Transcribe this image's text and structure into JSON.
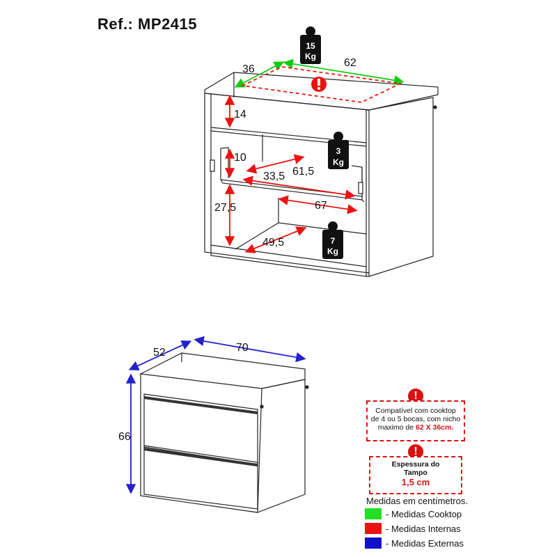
{
  "header": {
    "ref": "Ref.: MP2415"
  },
  "top_view": {
    "cooktop_width": "62",
    "cooktop_depth": "36",
    "top_load": {
      "value": "15",
      "unit": "Kg"
    },
    "drawer_load": {
      "value": "3",
      "unit": "Kg"
    },
    "bottom_load": {
      "value": "7",
      "unit": "Kg"
    },
    "niche_height": "14",
    "drawer_height": "10",
    "drawer_depth": "33,5",
    "drawer_width": "61,5",
    "lower_height": "27,5",
    "lower_width": "67",
    "lower_depth": "49,5"
  },
  "bottom_view": {
    "depth": "52",
    "width": "70",
    "height": "66"
  },
  "notes": {
    "cooktop_note_line1": "Compatível com cooktop",
    "cooktop_note_line2": "de 4 ou 5 bocas, com nicho",
    "cooktop_note_line3": "maximo de",
    "cooktop_note_highlight": "62 X 36cm.",
    "thickness_title_line1": "Espessura do",
    "thickness_title_line2": "Tampo",
    "thickness_value": "1,5 cm"
  },
  "legend": {
    "title": "Medidas em centímetros.",
    "items": [
      {
        "label": "- Medidas Cooktop",
        "color": "#22e022"
      },
      {
        "label": "- Medidas Internas",
        "color": "#ee1111"
      },
      {
        "label": "- Medidas Externas",
        "color": "#1111cc"
      }
    ]
  },
  "icons": {
    "warning": "warning-icon",
    "weight": "weight-icon"
  }
}
